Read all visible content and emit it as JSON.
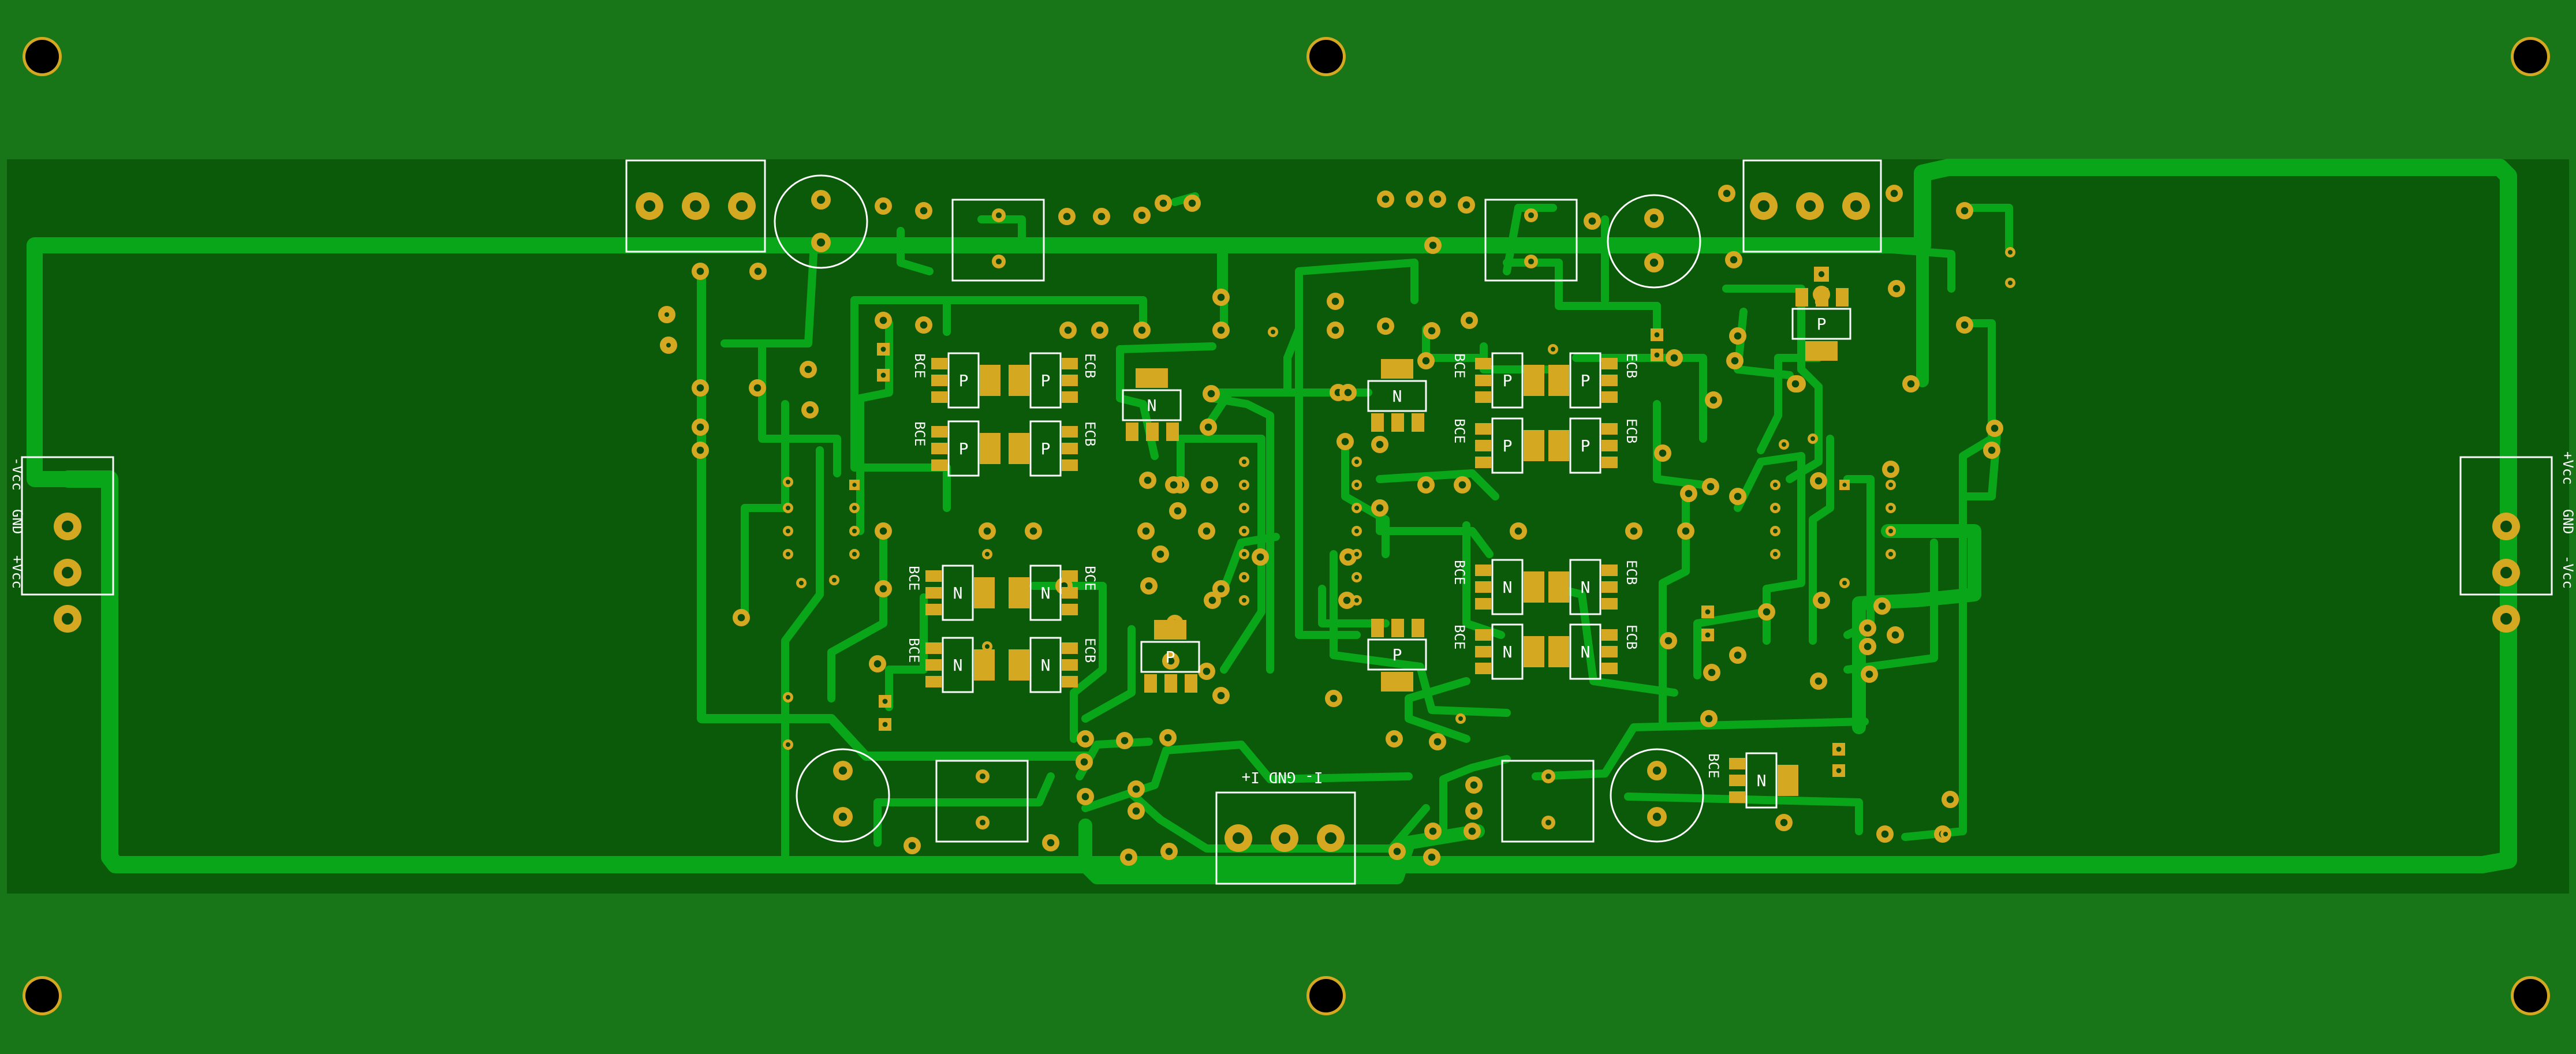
{
  "board": {
    "colors": {
      "substrate": "#187618",
      "ground_pour": "#0a5a0a",
      "trace": "#0aa61a",
      "pad": "#d4a820",
      "drill": "#0b4a0b",
      "hole": "#000000",
      "silkscreen": "#ffffff"
    },
    "connectors": {
      "left_labels": [
        "-Vcc",
        "GND",
        "+Vcc"
      ],
      "right_labels": [
        "+Vcc",
        "GND",
        "-Vcc"
      ],
      "input_label": "I- GND I+"
    },
    "transistor_markings": {
      "pnp": "P",
      "npn": "N",
      "pin_order_a": "BCE",
      "pin_order_b": "ECB"
    }
  }
}
